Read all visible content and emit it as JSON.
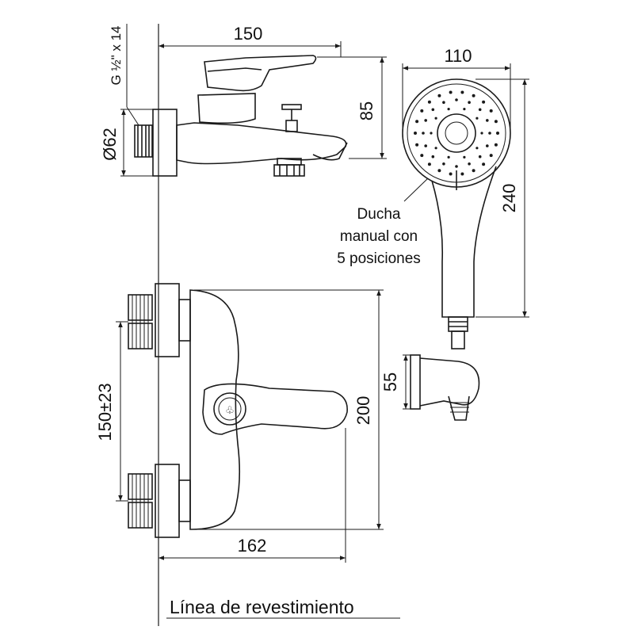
{
  "dimensions": {
    "body_length": "150",
    "body_height": "85",
    "thread_spec": "G ½\" x 14",
    "flange_diameter": "Ø62",
    "shower_head_width": "110",
    "shower_length": "240",
    "holder_height": "55",
    "center_distance": "150±23",
    "mixer_height": "200",
    "projection": "162"
  },
  "labels": {
    "shower_note_line1": "Ducha",
    "shower_note_line2": "manual con",
    "shower_note_line3": "5 posiciones",
    "wall_line": "Línea de revestimiento"
  },
  "colors": {
    "line": "#1a1a1a",
    "background": "#ffffff"
  }
}
